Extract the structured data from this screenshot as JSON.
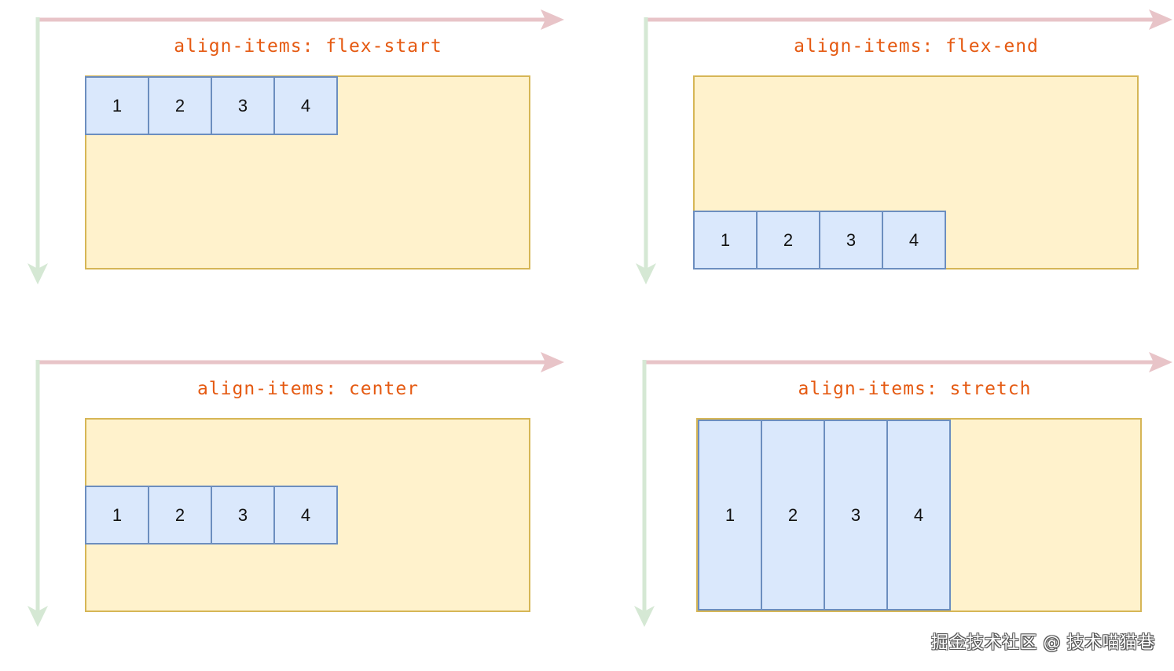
{
  "panels": [
    {
      "title": "align-items: flex-start",
      "align": "flex-start",
      "items": [
        "1",
        "2",
        "3",
        "4"
      ]
    },
    {
      "title": "align-items: flex-end",
      "align": "flex-end",
      "items": [
        "1",
        "2",
        "3",
        "4"
      ]
    },
    {
      "title": "align-items: center",
      "align": "center",
      "items": [
        "1",
        "2",
        "3",
        "4"
      ]
    },
    {
      "title": "align-items: stretch",
      "align": "stretch",
      "items": [
        "1",
        "2",
        "3",
        "4"
      ]
    }
  ],
  "colors": {
    "main_axis_arrow": "#e8c4c8",
    "cross_axis_arrow": "#d5e8d4",
    "title_text": "#e55a12",
    "container_fill": "#fff2cc",
    "container_border": "#d6b656",
    "item_fill": "#dae8fc",
    "item_border": "#6c8ebf"
  },
  "watermark": "掘金技术社区 @ 技术喵猫巷"
}
